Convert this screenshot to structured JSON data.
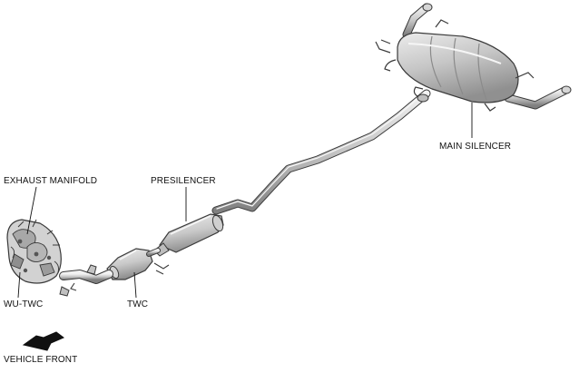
{
  "labels": {
    "exhaust_manifold": "EXHAUST MANIFOLD",
    "presilencer": "PRESILENCER",
    "main_silencer": "MAIN SILENCER",
    "wu_twc": "WU-TWC",
    "twc": "TWC",
    "vehicle_front": "VEHICLE FRONT"
  },
  "colors": {
    "metal_light": "#e6e6e6",
    "metal_mid": "#bdbdbd",
    "metal_dark": "#7a7a7a",
    "outline": "#3a3a3a",
    "arrow": "#111111",
    "leader": "#111111"
  }
}
